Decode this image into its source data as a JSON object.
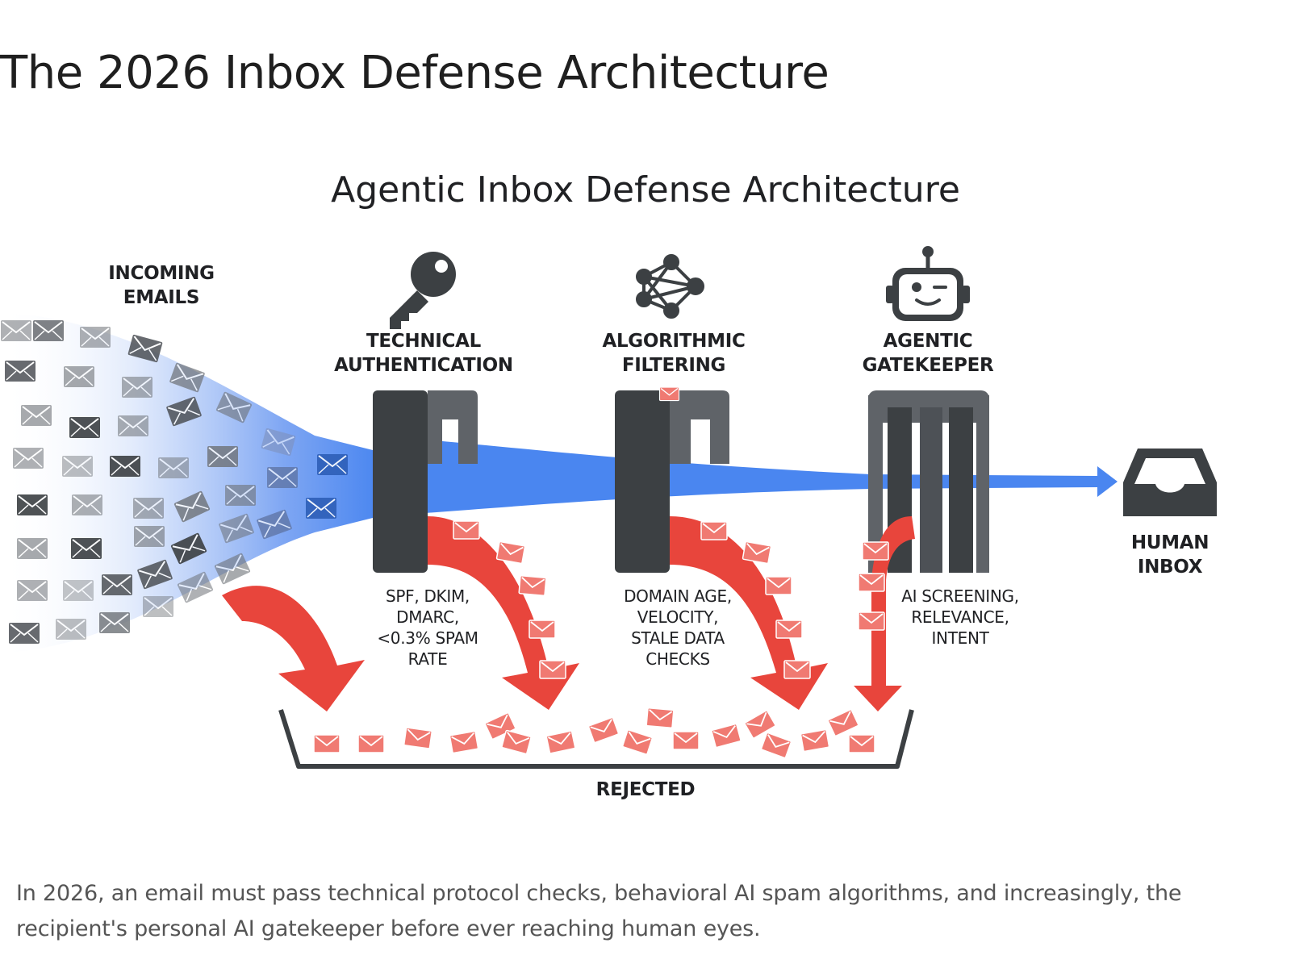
{
  "page": {
    "title": "The 2026 Inbox Defense Architecture",
    "caption": "In 2026, an email must pass technical protocol checks, behavioral AI spam algorithms, and increasingly, the recipient's personal AI gatekeeper before ever reaching human eyes."
  },
  "diagram": {
    "title": "Agentic Inbox Defense Architecture",
    "incoming": {
      "line1": "INCOMING",
      "line2": "EMAILS"
    },
    "stages": [
      {
        "icon": "key-icon",
        "title1": "TECHNICAL",
        "title2": "AUTHENTICATION",
        "desc": [
          "SPF, DKIM,",
          "DMARC,",
          "<0.3% SPAM",
          "RATE"
        ]
      },
      {
        "icon": "network-icon",
        "title1": "ALGORITHMIC",
        "title2": "FILTERING",
        "desc": [
          "DOMAIN AGE,",
          "VELOCITY,",
          "STALE DATA",
          "CHECKS"
        ]
      },
      {
        "icon": "robot-icon",
        "title1": "AGENTIC",
        "title2": "GATEKEEPER",
        "desc": [
          "AI SCREENING,",
          "RELEVANCE,",
          "INTENT"
        ]
      }
    ],
    "inbox": {
      "line1": "HUMAN",
      "line2": "INBOX",
      "icon": "inbox-tray-icon"
    },
    "rejected": "REJECTED"
  },
  "colors": {
    "flow_blue": "#4a86f0",
    "reject_red": "#e8453c",
    "gate_dark": "#3c4043",
    "gate_mid": "#5f6368",
    "envelope_gray": "#6e7277"
  }
}
